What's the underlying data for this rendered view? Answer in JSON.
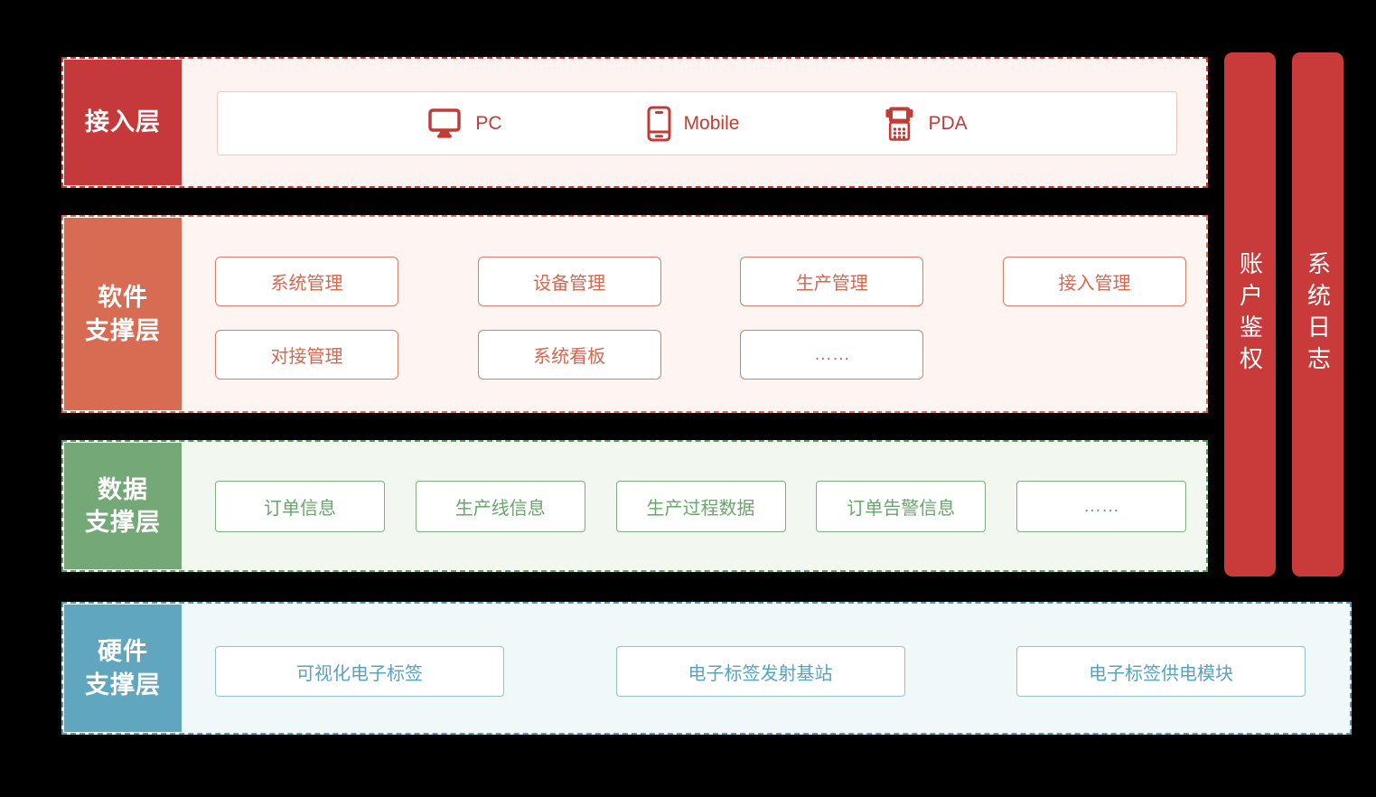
{
  "colors": {
    "access_accent": "#c5393a",
    "software_accent": "#d76c52",
    "data_accent": "#74a877",
    "hardware_accent": "#5fa6be",
    "sidebar_bar": "#c93a3a",
    "background": "#000000"
  },
  "access_layer": {
    "label": "接入层",
    "devices": [
      {
        "label": "PC",
        "icon": "pc-icon"
      },
      {
        "label": "Mobile",
        "icon": "mobile-icon"
      },
      {
        "label": "PDA",
        "icon": "pda-icon"
      }
    ]
  },
  "software_layer": {
    "label": [
      "软件",
      "支撑层"
    ],
    "boxes": [
      "系统管理",
      "设备管理",
      "生产管理",
      "接入管理",
      "对接管理",
      "系统看板",
      "……"
    ]
  },
  "data_layer": {
    "label": [
      "数据",
      "支撑层"
    ],
    "boxes": [
      "订单信息",
      "生产线信息",
      "生产过程数据",
      "订单告警信息",
      "……"
    ]
  },
  "hardware_layer": {
    "label": [
      "硬件",
      "支撑层"
    ],
    "boxes": [
      "可视化电子标签",
      "电子标签发射基站",
      "电子标签供电模块"
    ]
  },
  "sidebars": [
    {
      "label": "账户鉴权"
    },
    {
      "label": "系统日志"
    }
  ]
}
